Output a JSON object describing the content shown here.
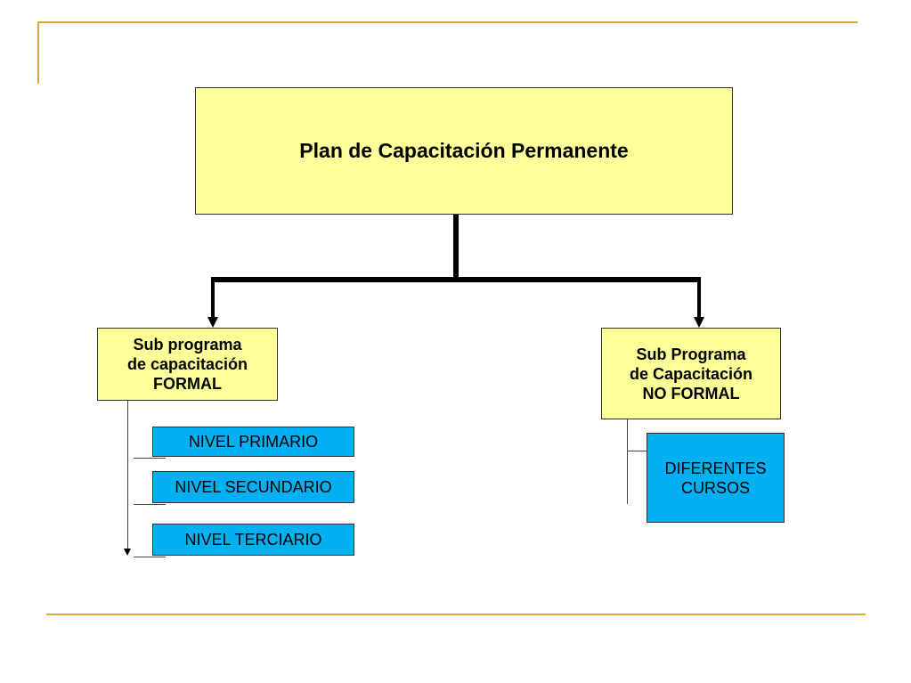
{
  "diagram": {
    "root": {
      "label": "Plan de Capacitación Permanente"
    },
    "left_branch": {
      "label_lines": [
        "Sub programa",
        "de capacitación",
        "FORMAL"
      ],
      "children": [
        "NIVEL PRIMARIO",
        "NIVEL SECUNDARIO",
        "NIVEL TERCIARIO"
      ]
    },
    "right_branch": {
      "label_lines": [
        "Sub Programa",
        "de Capacitación",
        "NO FORMAL"
      ],
      "children_lines": [
        "DIFERENTES",
        "CURSOS"
      ]
    }
  },
  "colors": {
    "accent_line": "#d4a93a",
    "root_fill": "#ffff99",
    "subprogram_fill": "#ffff99",
    "level_fill": "#00b0f0"
  }
}
